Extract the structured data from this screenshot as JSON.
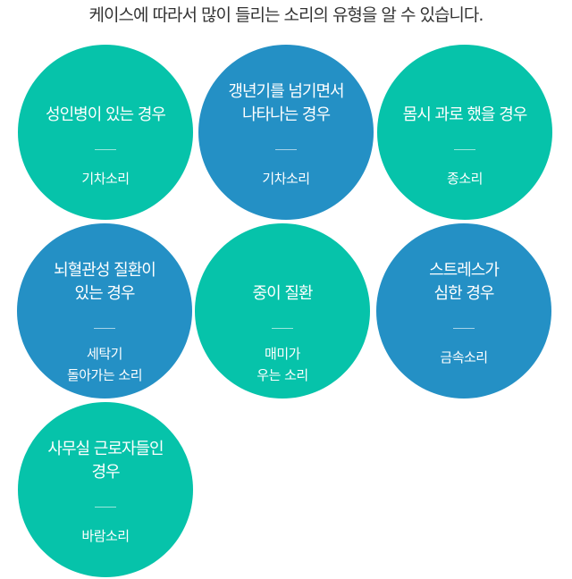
{
  "heading": "케이스에 따라서 많이 들리는 소리의 유형을 알 수 있습니다.",
  "colors": {
    "teal": "#06c3aa",
    "blue": "#2490c5"
  },
  "cases": [
    {
      "title": [
        "성인병이 있는 경우"
      ],
      "sound": [
        "기차소리"
      ],
      "color": "teal"
    },
    {
      "title": [
        "갱년기를 넘기면서",
        "나타나는 경우"
      ],
      "sound": [
        "기차소리"
      ],
      "color": "blue"
    },
    {
      "title": [
        "몸시 과로 했을 경우"
      ],
      "sound": [
        "종소리"
      ],
      "color": "teal"
    },
    {
      "title": [
        "뇌혈관성 질환이",
        "있는 경우"
      ],
      "sound": [
        "세탁기",
        "돌아가는 소리"
      ],
      "color": "blue"
    },
    {
      "title": [
        "중이 질환"
      ],
      "sound": [
        "매미가",
        "우는 소리"
      ],
      "color": "teal"
    },
    {
      "title": [
        "스트레스가",
        "심한 경우"
      ],
      "sound": [
        "금속소리"
      ],
      "color": "blue"
    },
    {
      "title": [
        "사무실 근로자들인",
        "경우"
      ],
      "sound": [
        "바람소리"
      ],
      "color": "teal"
    }
  ]
}
